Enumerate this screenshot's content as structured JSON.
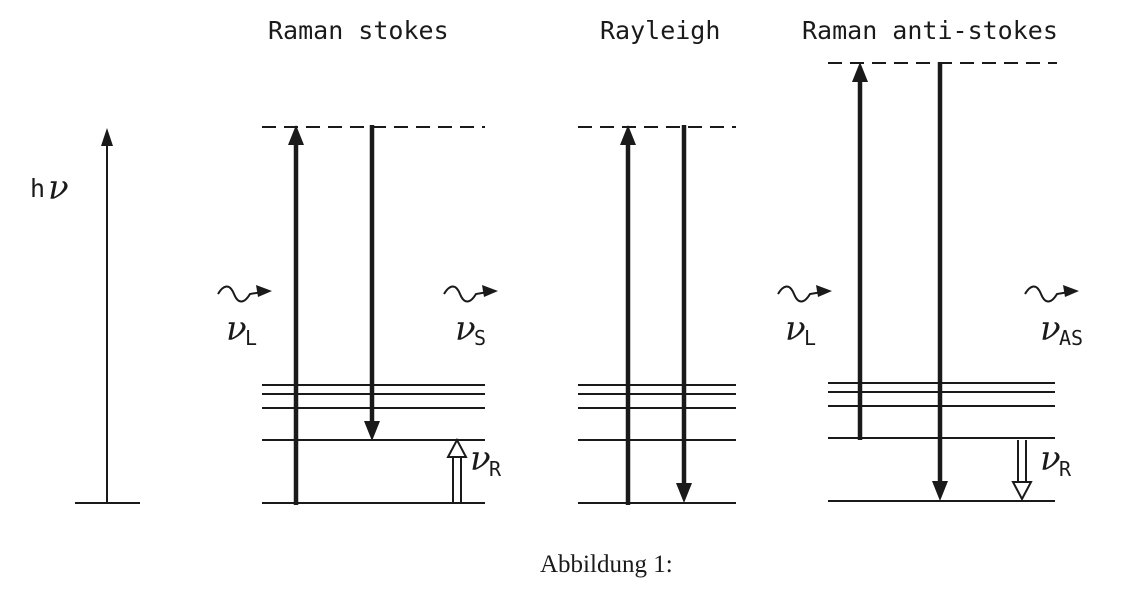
{
  "figure": {
    "panels": [
      {
        "title": "Raman stokes",
        "left_label": {
          "symbol": "ν",
          "sub": "L"
        },
        "right_label": {
          "symbol": "ν",
          "sub": "S"
        },
        "bottom_label": {
          "symbol": "ν",
          "sub": "R"
        }
      },
      {
        "title": "Rayleigh"
      },
      {
        "title": "Raman anti-stokes",
        "left_label": {
          "symbol": "ν",
          "sub": "L"
        },
        "right_label": {
          "symbol": "ν",
          "sub": "AS"
        },
        "bottom_label": {
          "symbol": "ν",
          "sub": "R"
        }
      }
    ],
    "energy_axis": {
      "h": "h",
      "nu": "ν"
    },
    "caption": "Abbildung 1:"
  }
}
